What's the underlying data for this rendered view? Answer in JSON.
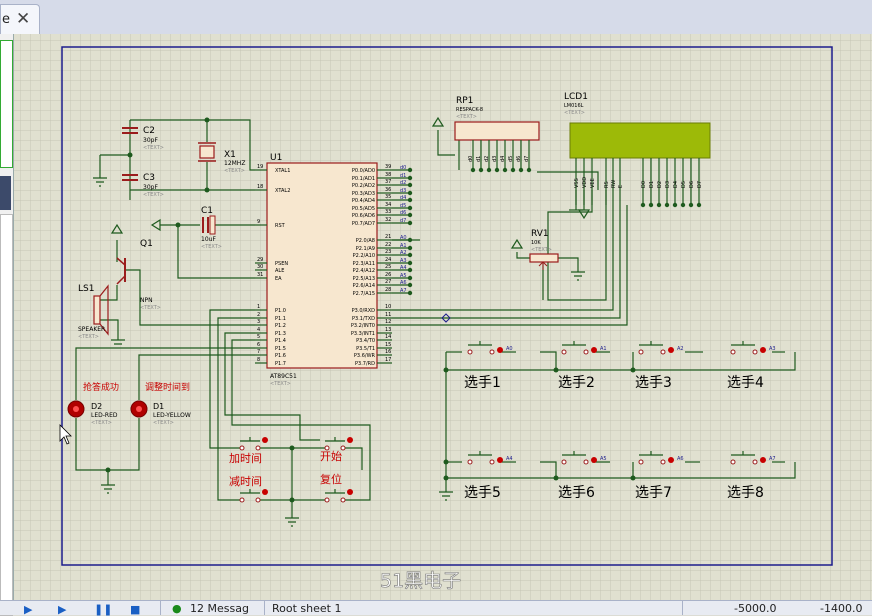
{
  "tab": {
    "label": "e",
    "close": "✕"
  },
  "components": {
    "c2": {
      "ref": "C2",
      "value": "30pF",
      "text": "<TEXT>"
    },
    "c3": {
      "ref": "C3",
      "value": "30pF",
      "text": "<TEXT>"
    },
    "x1": {
      "ref": "X1",
      "value": "12MHZ",
      "text": "<TEXT>"
    },
    "c1": {
      "ref": "C1",
      "value": "10uF",
      "text": "<TEXT>"
    },
    "q1": {
      "ref": "Q1",
      "value": "NPN",
      "text": "<TEXT>"
    },
    "ls1": {
      "ref": "LS1",
      "value": "SPEAKER",
      "text": "<TEXT>"
    },
    "d2": {
      "ref": "D2",
      "value": "LED-RED",
      "text": "<TEXT>",
      "label": "抢答成功"
    },
    "d1": {
      "ref": "D1",
      "value": "LED-YELLOW",
      "text": "<TEXT>",
      "label": "调整时间到"
    },
    "u1": {
      "ref": "U1",
      "part": "AT89C51",
      "text": "<TEXT>",
      "left_pins": [
        {
          "num": "19",
          "name": "XTAL1"
        },
        {
          "num": "18",
          "name": "XTAL2"
        },
        {
          "num": "9",
          "name": "RST"
        },
        {
          "num": "29",
          "name": "PSEN"
        },
        {
          "num": "30",
          "name": "ALE"
        },
        {
          "num": "31",
          "name": "EA"
        },
        {
          "num": "1",
          "name": "P1.0"
        },
        {
          "num": "2",
          "name": "P1.1"
        },
        {
          "num": "3",
          "name": "P1.2"
        },
        {
          "num": "4",
          "name": "P1.3"
        },
        {
          "num": "5",
          "name": "P1.4"
        },
        {
          "num": "6",
          "name": "P1.5"
        },
        {
          "num": "7",
          "name": "P1.6"
        },
        {
          "num": "8",
          "name": "P1.7"
        }
      ],
      "right_pins": [
        {
          "num": "39",
          "name": "P0.0/AD0",
          "net": "d0"
        },
        {
          "num": "38",
          "name": "P0.1/AD1",
          "net": "d1"
        },
        {
          "num": "37",
          "name": "P0.2/AD2",
          "net": "d2"
        },
        {
          "num": "36",
          "name": "P0.3/AD3",
          "net": "d3"
        },
        {
          "num": "35",
          "name": "P0.4/AD4",
          "net": "d4"
        },
        {
          "num": "34",
          "name": "P0.5/AD5",
          "net": "d5"
        },
        {
          "num": "33",
          "name": "P0.6/AD6",
          "net": "d6"
        },
        {
          "num": "32",
          "name": "P0.7/AD7",
          "net": "d7"
        },
        {
          "num": "21",
          "name": "P2.0/A8",
          "net": "A0"
        },
        {
          "num": "22",
          "name": "P2.1/A9",
          "net": "A1"
        },
        {
          "num": "23",
          "name": "P2.2/A10",
          "net": "A2"
        },
        {
          "num": "24",
          "name": "P2.3/A11",
          "net": "A3"
        },
        {
          "num": "25",
          "name": "P2.4/A12",
          "net": "A4"
        },
        {
          "num": "26",
          "name": "P2.5/A13",
          "net": "A5"
        },
        {
          "num": "27",
          "name": "P2.6/A14",
          "net": "A6"
        },
        {
          "num": "28",
          "name": "P2.7/A15",
          "net": "A7"
        },
        {
          "num": "10",
          "name": "P3.0/RXD",
          "net": ""
        },
        {
          "num": "11",
          "name": "P3.1/TXD",
          "net": ""
        },
        {
          "num": "12",
          "name": "P3.2/INT0",
          "net": ""
        },
        {
          "num": "13",
          "name": "P3.3/INT1",
          "net": ""
        },
        {
          "num": "14",
          "name": "P3.4/T0",
          "net": ""
        },
        {
          "num": "15",
          "name": "P3.5/T1",
          "net": ""
        },
        {
          "num": "16",
          "name": "P3.6/WR",
          "net": ""
        },
        {
          "num": "17",
          "name": "P3.7/RD",
          "net": ""
        }
      ]
    },
    "rp1": {
      "ref": "RP1",
      "value": "RESPACK-8",
      "text": "<TEXT>",
      "pins": [
        "d0",
        "d1",
        "d2",
        "d3",
        "d4",
        "d5",
        "d6",
        "d7"
      ]
    },
    "lcd1": {
      "ref": "LCD1",
      "value": "LM016L",
      "text": "<TEXT>",
      "pins": [
        "VSS",
        "VDD",
        "VEE",
        "RS",
        "RW",
        "E",
        "D0",
        "D1",
        "D2",
        "D3",
        "D4",
        "D5",
        "D6",
        "D7"
      ]
    },
    "rv1": {
      "ref": "RV1",
      "value": "10K",
      "text": "<TEXT>"
    }
  },
  "buttons": {
    "add_time": "加时间",
    "sub_time": "减时间",
    "start": "开始",
    "reset": "复位",
    "players": [
      {
        "label": "选手1",
        "net": "A0"
      },
      {
        "label": "选手2",
        "net": "A1"
      },
      {
        "label": "选手3",
        "net": "A2"
      },
      {
        "label": "选手4",
        "net": "A3"
      },
      {
        "label": "选手5",
        "net": "A4"
      },
      {
        "label": "选手6",
        "net": "A5"
      },
      {
        "label": "选手7",
        "net": "A6"
      },
      {
        "label": "选手8",
        "net": "A7"
      }
    ]
  },
  "watermark": "51黑电子",
  "status": {
    "messages": "12 Messag",
    "sheet": "Root sheet 1",
    "coord_x": "-5000.0",
    "coord_y": "-1400.0"
  },
  "colors": {
    "canvas": "#e0e0d0",
    "grid": "#c6c6b6",
    "border": "#1c1c8c",
    "wire": "#1e5a1e",
    "component": "#9b1c1c",
    "body": "#f7e7cf",
    "lcd": "#9dba08",
    "red_label": "#c80000"
  }
}
